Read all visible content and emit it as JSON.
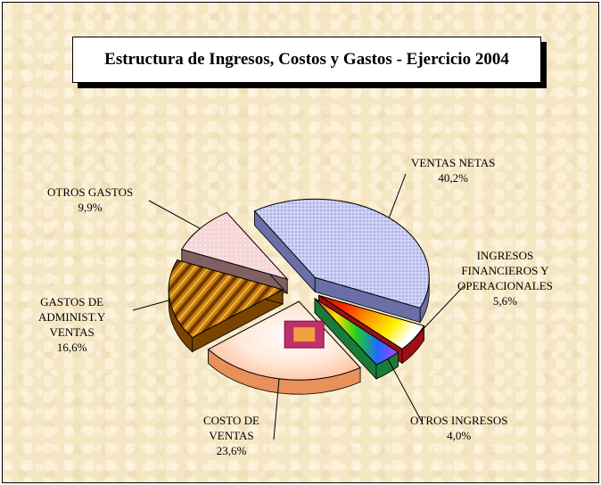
{
  "chart_data": {
    "type": "pie",
    "title": "Estructura de Ingresos, Costos y Gastos - Ejercicio 2004",
    "slices": [
      {
        "key": "ventas",
        "label": "VENTAS NETAS",
        "value": 40.2,
        "value_label": "40,2%"
      },
      {
        "key": "financieros",
        "label": "INGRESOS FINANCIEROS Y OPERACIONALES",
        "label_lines": [
          "INGRESOS",
          "FINANCIEROS Y",
          "OPERACIONALES"
        ],
        "value": 5.6,
        "value_label": "5,6%"
      },
      {
        "key": "otros_ingresos",
        "label": "OTROS INGRESOS",
        "value": 4.0,
        "value_label": "4,0%"
      },
      {
        "key": "costo",
        "label": "COSTO DE VENTAS",
        "label_lines": [
          "COSTO DE",
          "VENTAS"
        ],
        "value": 23.6,
        "value_label": "23,6%"
      },
      {
        "key": "gastos_adm",
        "label": "GASTOS DE ADMINIST.Y VENTAS",
        "label_lines": [
          "GASTOS DE",
          "ADMINIST.Y",
          "VENTAS"
        ],
        "value": 16.6,
        "value_label": "16,6%"
      },
      {
        "key": "otros_gastos",
        "label": "OTROS GASTOS",
        "value": 9.9,
        "value_label": "9,9%"
      }
    ],
    "legend": "none",
    "exploded": true,
    "three_d": true
  }
}
